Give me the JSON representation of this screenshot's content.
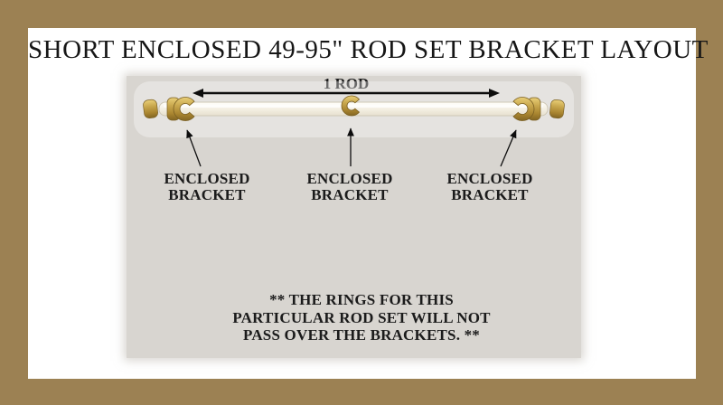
{
  "title": "SHORT ENCLOSED 49-95\" ROD SET BRACKET LAYOUT",
  "diagram": {
    "rod_label": "1 ROD",
    "bracket_labels": [
      {
        "line1": "ENCLOSED",
        "line2": "BRACKET"
      },
      {
        "line1": "ENCLOSED",
        "line2": "BRACKET"
      },
      {
        "line1": "ENCLOSED",
        "line2": "BRACKET"
      }
    ],
    "note": {
      "line1": "** THE RINGS FOR THIS",
      "line2": "PARTICULAR ROD SET WILL NOT",
      "line3": "PASS OVER THE BRACKETS. **"
    }
  },
  "colors": {
    "frame_brown": "#9c8153",
    "card_white": "#ffffff",
    "panel_gray": "#d8d5d0",
    "brass_gold": "#c2a14b",
    "arrow_black": "#0d0d0d",
    "text_black": "#1b1b1b"
  }
}
